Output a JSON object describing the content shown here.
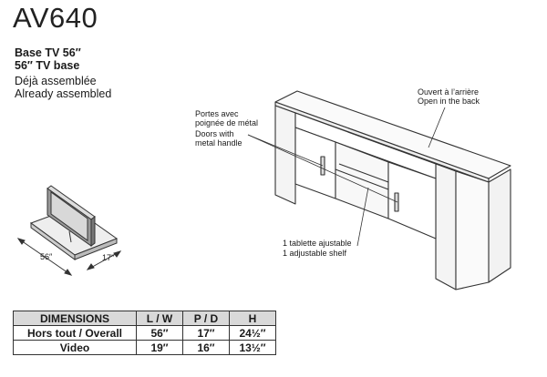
{
  "header": {
    "model": "AV640",
    "line1": "Base TV 56″",
    "line2": "56″ TV base",
    "line3": "Déjà assemblée",
    "line4": "Already assembled"
  },
  "callouts": {
    "back_fr": "Ouvert à l’arrière",
    "back_en": "Open in the back",
    "doors_fr_1": "Portes avec",
    "doors_fr_2": "poignée de métal",
    "doors_en_1": "Doors with",
    "doors_en_2": "metal handle",
    "shelf_fr": "1 tablette ajustable",
    "shelf_en": "1 adjustable shelf"
  },
  "mini_dims": {
    "width": "56″",
    "depth": "17″"
  },
  "table": {
    "headers": [
      "DIMENSIONS",
      "L / W",
      "P / D",
      "H"
    ],
    "rows": [
      [
        "Hors tout / Overall",
        "56″",
        "17″",
        "24½″"
      ],
      [
        "Video",
        "19″",
        "16″",
        "13½″"
      ]
    ]
  }
}
